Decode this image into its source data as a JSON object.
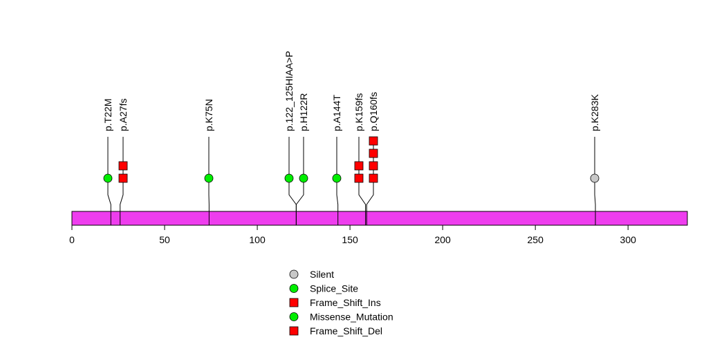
{
  "chart_data": {
    "type": "lollipop",
    "title": "",
    "protein_length": 332,
    "xlim": [
      0,
      332
    ],
    "xticks": [
      0,
      50,
      100,
      150,
      200,
      250,
      300
    ],
    "domain_color": "#EE3DEE",
    "mutations": [
      {
        "label": "p.T22M",
        "pos": 21,
        "count": 1,
        "type": "Missense_Mutation"
      },
      {
        "label": "p.A27fs",
        "pos": 26,
        "count": 2,
        "type": "Frame_Shift_Del"
      },
      {
        "label": "p.K75N",
        "pos": 74,
        "count": 1,
        "type": "Missense_Mutation"
      },
      {
        "label": "p.122_125HIAA>P",
        "pos": 121,
        "count": 1,
        "type": "Splice_Site"
      },
      {
        "label": "p.H122R",
        "pos": 121,
        "count": 1,
        "type": "Missense_Mutation"
      },
      {
        "label": "p.A144T",
        "pos": 143.5,
        "count": 1,
        "type": "Missense_Mutation"
      },
      {
        "label": "p.K159fs",
        "pos": 158.4,
        "count": 2,
        "type": "Frame_Shift_Del"
      },
      {
        "label": "p.Q160fs",
        "pos": 159,
        "count": 4,
        "type": "Frame_Shift_Del"
      },
      {
        "label": "p.K283K",
        "pos": 282.4,
        "count": 1,
        "type": "Silent"
      }
    ],
    "legend": [
      {
        "label": "Silent",
        "shape": "circle",
        "color": "#C8C8C8"
      },
      {
        "label": "Splice_Site",
        "shape": "circle",
        "color": "#00EE00"
      },
      {
        "label": "Frame_Shift_Ins",
        "shape": "square",
        "color": "#FF0000"
      },
      {
        "label": "Missense_Mutation",
        "shape": "circle",
        "color": "#00EE00"
      },
      {
        "label": "Frame_Shift_Del",
        "shape": "square",
        "color": "#FF0000"
      }
    ]
  }
}
